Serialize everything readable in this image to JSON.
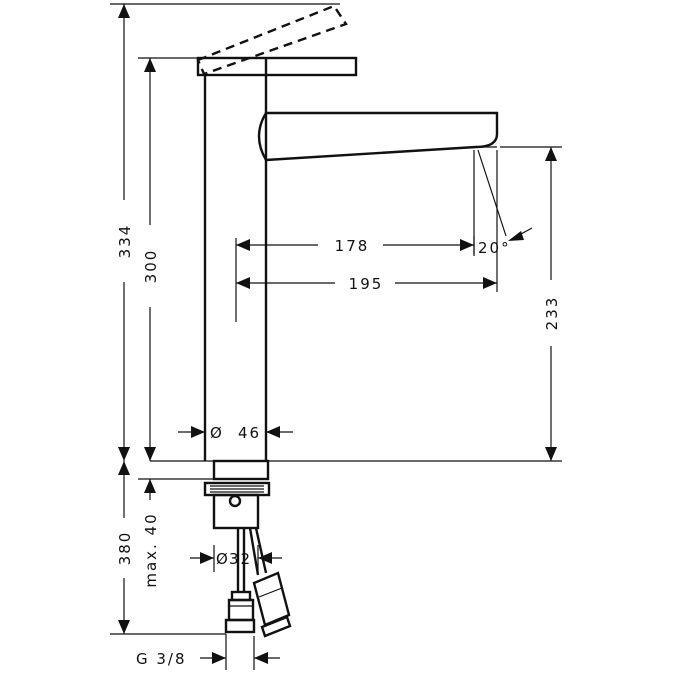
{
  "dimensions": {
    "total_height": "334",
    "body_height": "300",
    "reach_inner": "178",
    "reach_outer": "195",
    "angle": "20°",
    "spout_height": "233",
    "body_diameter": "46",
    "hose_length": "380",
    "max_thickness": "max. 40",
    "shank_diameter": "32",
    "connection": "G 3/8"
  },
  "symbols": {
    "diameter": "Ø"
  }
}
